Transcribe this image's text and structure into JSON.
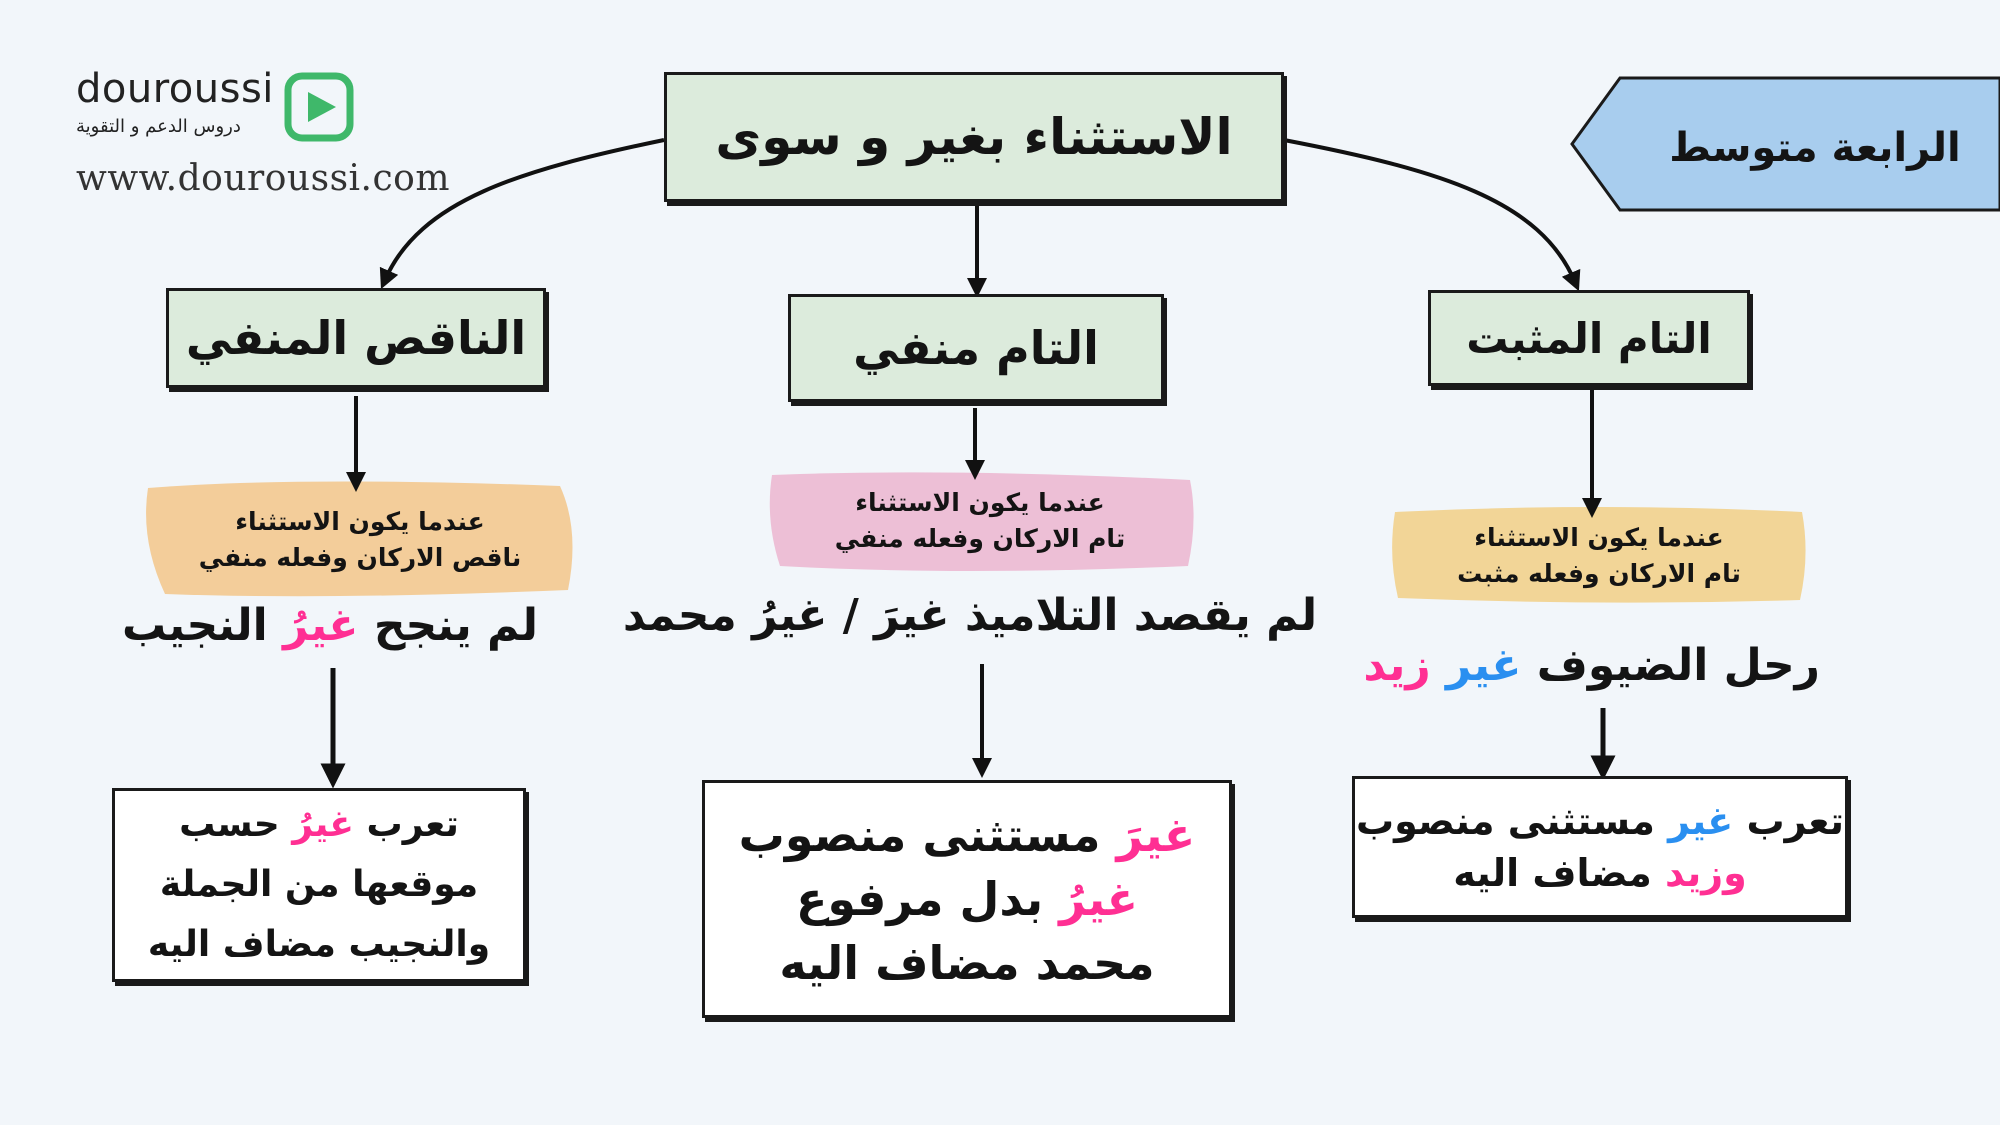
{
  "logo": {
    "brand": "douroussi",
    "tagline": "دروس الدعم و التقوية",
    "url": "www.douroussi.com"
  },
  "grade": "الرابعة متوسط",
  "main_title": "الاستثناء بغير و سوى",
  "branches": {
    "negated_incomplete": {
      "title": "الناقص المنفي",
      "condition_line1": "عندما يكون الاستثناء",
      "condition_line2": "ناقص الاركان وفعله منفي",
      "example_before": "لم ينجح",
      "example_word": "غيرُ",
      "example_after": "النجيب",
      "result_line1_a": "تعرب",
      "result_line1_word": "غيرُ",
      "result_line1_b": "حسب",
      "result_line2": "موقعها من الجملة",
      "result_line3": "والنجيب مضاف اليه"
    },
    "complete_negated": {
      "title": "التام منفي",
      "condition_line1": "عندما يكون الاستثناء",
      "condition_line2": "تام الاركان وفعله منفي",
      "example": "لم يقصد التلاميذ غيرَ /  غيرُ محمد",
      "result_line1_word": "غيرَ",
      "result_line1_rest": "مستثنى منصوب",
      "result_line2_word": "غيرُ",
      "result_line2_rest": "بدل مرفوع",
      "result_line3": "محمد مضاف اليه"
    },
    "complete_affirmative": {
      "title": "التام المثبت",
      "condition_line1": "عندما يكون الاستثناء",
      "condition_line2": "تام الاركان وفعله مثبت",
      "example_before": "رحل الضيوف",
      "example_word": "غير",
      "example_after": "زيد",
      "result_line1_a": "تعرب",
      "result_line1_word": "غير",
      "result_line1_b": "مستثنى منصوب",
      "result_line2_word": "وزيد",
      "result_line2_b": "مضاف اليه"
    }
  },
  "colors": {
    "pink": "#ff2f93",
    "blue": "#2a8ff0",
    "box_green": "#dcebdc",
    "brush_orange": "#f3c98f",
    "brush_pink": "#ecb9d2",
    "brush_yellow": "#f2d28c",
    "banner_blue": "#a8cdee"
  }
}
